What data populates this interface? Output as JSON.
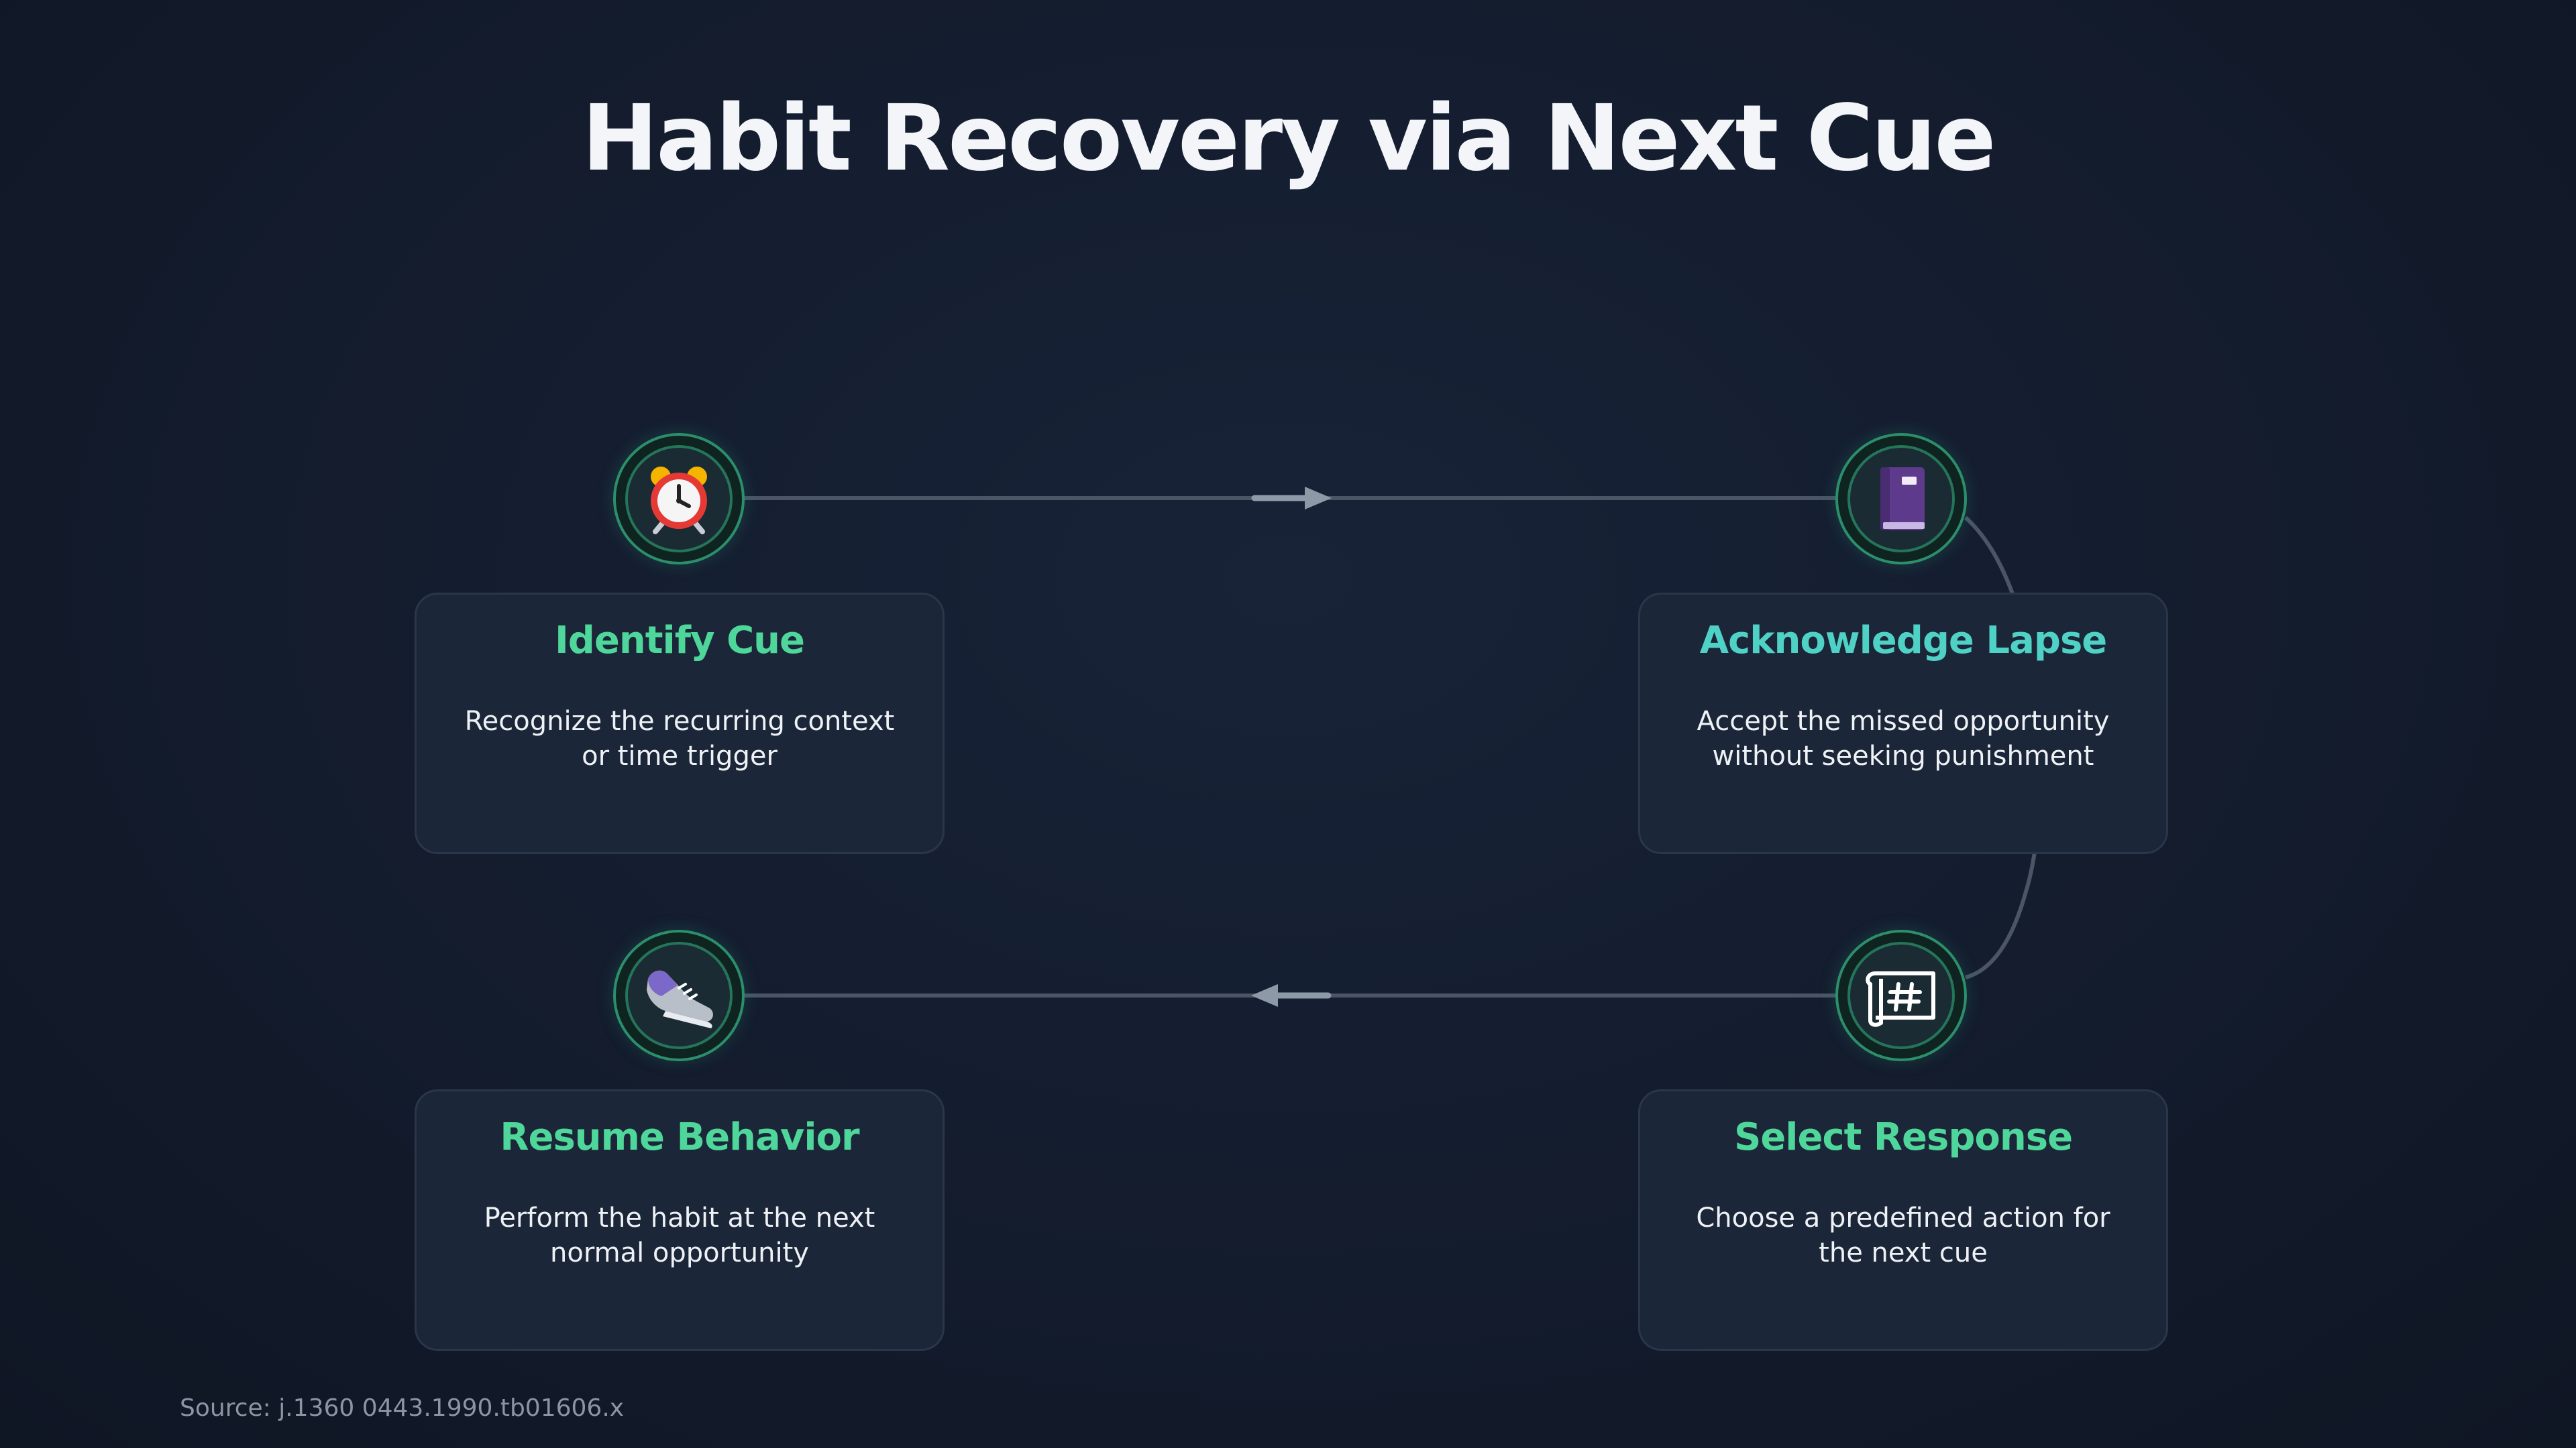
{
  "title": "Habit Recovery via Next Cue",
  "source": "Source: j.1360 0443.1990.tb01606.x",
  "colors": {
    "background": "#141d2e",
    "card": "#1b2638",
    "node_ring": "#2c8f6c",
    "title_green": "#4fd69a",
    "title_teal": "#4fd1c5",
    "connector": "#4a5566",
    "arrow": "#8e99a8"
  },
  "steps": [
    {
      "title": "Identify Cue",
      "description": "Recognize the recurring context or time trigger",
      "icon": "alarm-clock-icon"
    },
    {
      "title": "Acknowledge Lapse",
      "description": "Accept the missed opportunity without seeking punishment",
      "icon": "closed-book-icon"
    },
    {
      "title": "Select Response",
      "description": "Choose a predefined action for the next cue",
      "icon": "blueprint-icon"
    },
    {
      "title": "Resume Behavior",
      "description": "Perform the habit at the next normal opportunity",
      "icon": "running-shoe-icon"
    }
  ]
}
